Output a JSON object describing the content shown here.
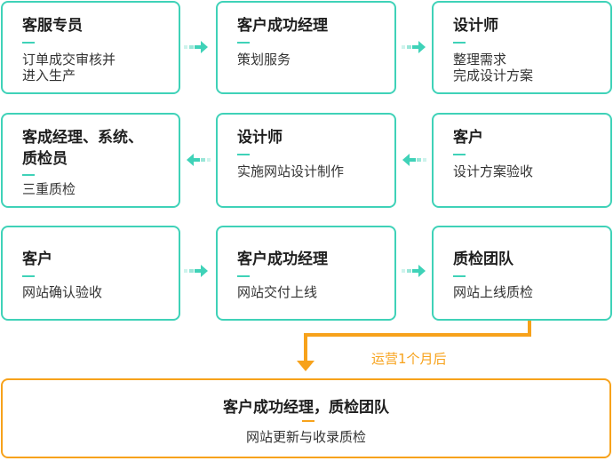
{
  "steps": [
    {
      "title": "客服专员",
      "desc": "订单成交审核并\n进入生产"
    },
    {
      "title": "客户成功经理",
      "desc": "策划服务"
    },
    {
      "title": "设计师",
      "desc": "整理需求\n完成设计方案"
    },
    {
      "title": "客成经理、系统、\n质检员",
      "desc": "三重质检"
    },
    {
      "title": "设计师",
      "desc": "实施网站设计制作"
    },
    {
      "title": "客户",
      "desc": "设计方案验收"
    },
    {
      "title": "客户",
      "desc": "网站确认验收"
    },
    {
      "title": "客户成功经理",
      "desc": "网站交付上线"
    },
    {
      "title": "质检团队",
      "desc": "网站上线质检"
    }
  ],
  "note": "运营1个月后",
  "final": {
    "title": "客户成功经理，质检团队",
    "desc": "网站更新与收录质检"
  },
  "colors": {
    "teal": "#3fd2b8",
    "orange": "#f7a21b"
  },
  "icons": [
    "arrow-right-icon",
    "arrow-left-icon",
    "arrow-down-icon"
  ]
}
